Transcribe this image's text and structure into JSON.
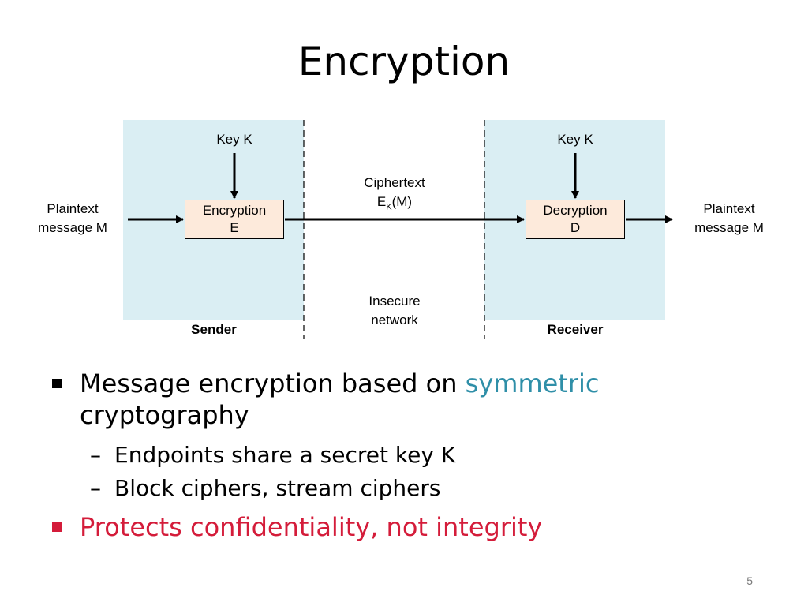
{
  "title": "Encryption",
  "diagram": {
    "sender": {
      "key_label": "Key K",
      "box": {
        "line1": "Encryption",
        "line2": "E"
      },
      "zone_label": "Sender"
    },
    "receiver": {
      "key_label": "Key K",
      "box": {
        "line1": "Decryption",
        "line2": "D"
      },
      "zone_label": "Receiver"
    },
    "plaintext_in": {
      "line1": "Plaintext",
      "line2": "message M"
    },
    "plaintext_out": {
      "line1": "Plaintext",
      "line2": "message M"
    },
    "ciphertext": {
      "line1": "Ciphertext",
      "symbol": "E",
      "subscript": "K",
      "suffix": "(M)"
    },
    "network": {
      "line1": "Insecure",
      "line2": "network"
    },
    "colors": {
      "zone_fill": "#daeef3",
      "box_fill": "#fdeadb"
    }
  },
  "bullets": [
    {
      "text": "Message encryption based on ",
      "accent": "symmetric",
      "text2": "cryptography",
      "color": "#000000"
    },
    {
      "text": "Protects confidentiality, not integrity",
      "color": "#d41c3a"
    }
  ],
  "sub_bullets": [
    {
      "dash": "–",
      "text": "Endpoints share a secret key K"
    },
    {
      "dash": "–",
      "text": "Block ciphers, stream ciphers"
    }
  ],
  "accent_color": "#2f8fa8",
  "page_number": "5"
}
